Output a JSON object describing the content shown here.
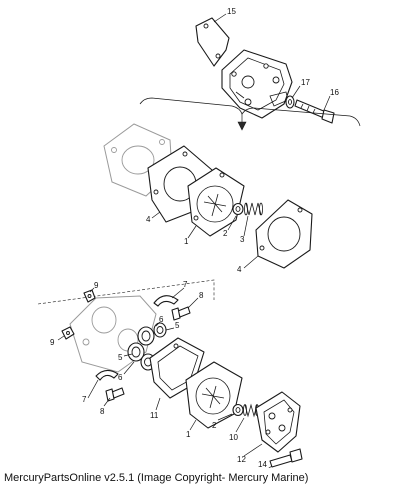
{
  "caption": "MercuryPartsOnline v2.5.1 (Image Copyright- Mercury Marine)",
  "callouts": {
    "c15": "15",
    "c17": "17",
    "c16": "16",
    "c4a": "4",
    "c1a": "1",
    "c2a": "2",
    "c3": "3",
    "c4b": "4",
    "c9a": "9",
    "c7a": "7",
    "c8a": "8",
    "c6a": "6",
    "c5a": "5",
    "c9b": "9",
    "c5b": "5",
    "c6b": "6",
    "c7b": "7",
    "c8b": "8",
    "c11": "11",
    "c1b": "1",
    "c2b": "2",
    "c10": "10",
    "c12": "12",
    "c14": "14"
  }
}
